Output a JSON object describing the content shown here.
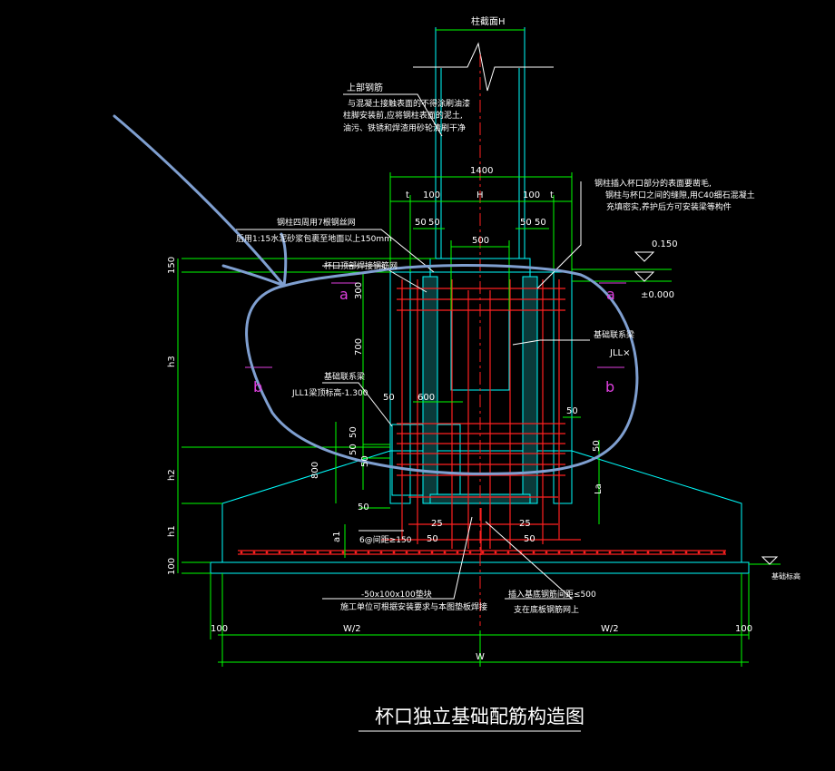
{
  "drawing": {
    "title": "杯口独立基础配筋构造图",
    "column_label": "柱截面H",
    "top_note": {
      "heading": "上部钢筋",
      "lines": [
        "与混凝土接触表面的不得涂刷油漆",
        "柱脚安装前,应将钢柱表面的泥土,",
        "油污、铁锈和焊渣用砂轮清刷干净"
      ]
    },
    "right_note": {
      "lines": [
        "钢柱插入杯口部分的表面要凿毛,",
        "钢柱与杯口之间的缝隙,用C40细石混凝土",
        "充填密实,养护后方可安装梁等构件"
      ]
    },
    "left_note1": [
      "钢柱四周用7根钢丝网",
      "后用1:15水泥砂浆包裹至地面以上150mm"
    ],
    "left_note2": "杯口顶部焊接钢筋网",
    "beam_note_left": {
      "title": "基础联系梁",
      "sub": "JLL1梁顶标高-1.300"
    },
    "beam_note_right": {
      "title": "基础联系梁",
      "sub": "JLL×"
    },
    "bottom_note_left": [
      "-50x100x100垫块",
      "施工单位可根据安装要求与本图垫板焊接"
    ],
    "bottom_note_right": [
      "插入基底钢筋间距≤500",
      "支在底板钢筋网上"
    ],
    "ground_label": "基础标高",
    "elev_top": "0.150",
    "elev_zero": "±0.000",
    "gravel_label": "6@间距≥150",
    "section_marks": [
      "a",
      "a",
      "b",
      "b"
    ],
    "dims": {
      "d1400": "1400",
      "d100a": "100",
      "dH": "H",
      "d100b": "100",
      "t1": "t",
      "t2": "t",
      "d50a": "50",
      "d50b": "50",
      "d50c": "50",
      "d50d": "50",
      "d500": "500",
      "d300": "300",
      "d700": "700",
      "d600": "600",
      "d50e": "50",
      "d50f": "50",
      "d800": "800",
      "d50g": "50",
      "d50h": "50",
      "d50i": "50",
      "d50j": "50",
      "d25a": "25",
      "d25b": "25",
      "d50k": "50",
      "d50l": "50",
      "La": "La",
      "a1": "a1",
      "h3": "h3",
      "h2": "h2",
      "h1": "h1",
      "d150": "150",
      "d100c": "100",
      "W2a": "W/2",
      "W2b": "W/2",
      "W": "W",
      "d100d": "100",
      "d100e": "100"
    }
  },
  "colors": {
    "background": "#000000",
    "dimension": "#00ff00",
    "outline": "#00ffff",
    "rebar": "#ff2020",
    "annotation_pen": "#7f9fd0",
    "section_mark": "#e040e0",
    "text": "#ffffff"
  }
}
